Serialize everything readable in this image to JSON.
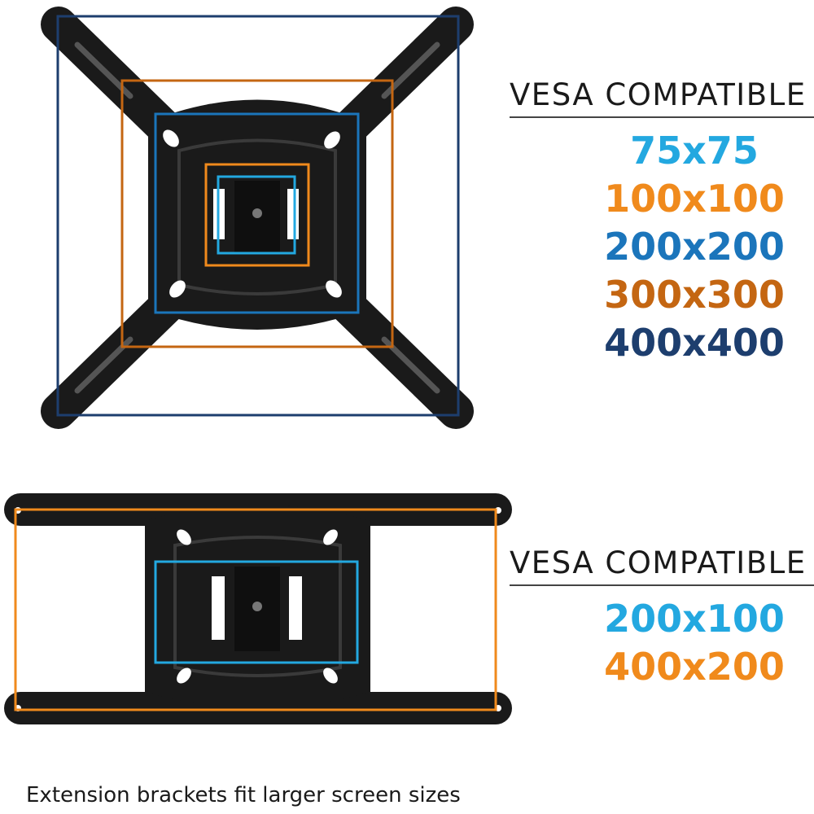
{
  "top_panel": {
    "heading": "VESA COMPATIBLE",
    "sizes": [
      {
        "label": "75x75",
        "color": "#23a8e0"
      },
      {
        "label": "100x100",
        "color": "#f08a1c"
      },
      {
        "label": "200x200",
        "color": "#1b75bb"
      },
      {
        "label": "300x300",
        "color": "#c46612"
      },
      {
        "label": "400x400",
        "color": "#1d3e6e"
      }
    ]
  },
  "bottom_panel": {
    "heading": "VESA COMPATIBLE",
    "sizes": [
      {
        "label": "200x100",
        "color": "#23a8e0"
      },
      {
        "label": "400x200",
        "color": "#f08a1c"
      }
    ]
  },
  "caption": "Extension brackets fit larger screen sizes",
  "colors": {
    "bracket": "#1a1a1a",
    "bracket_highlight": "#2e2e2e"
  }
}
